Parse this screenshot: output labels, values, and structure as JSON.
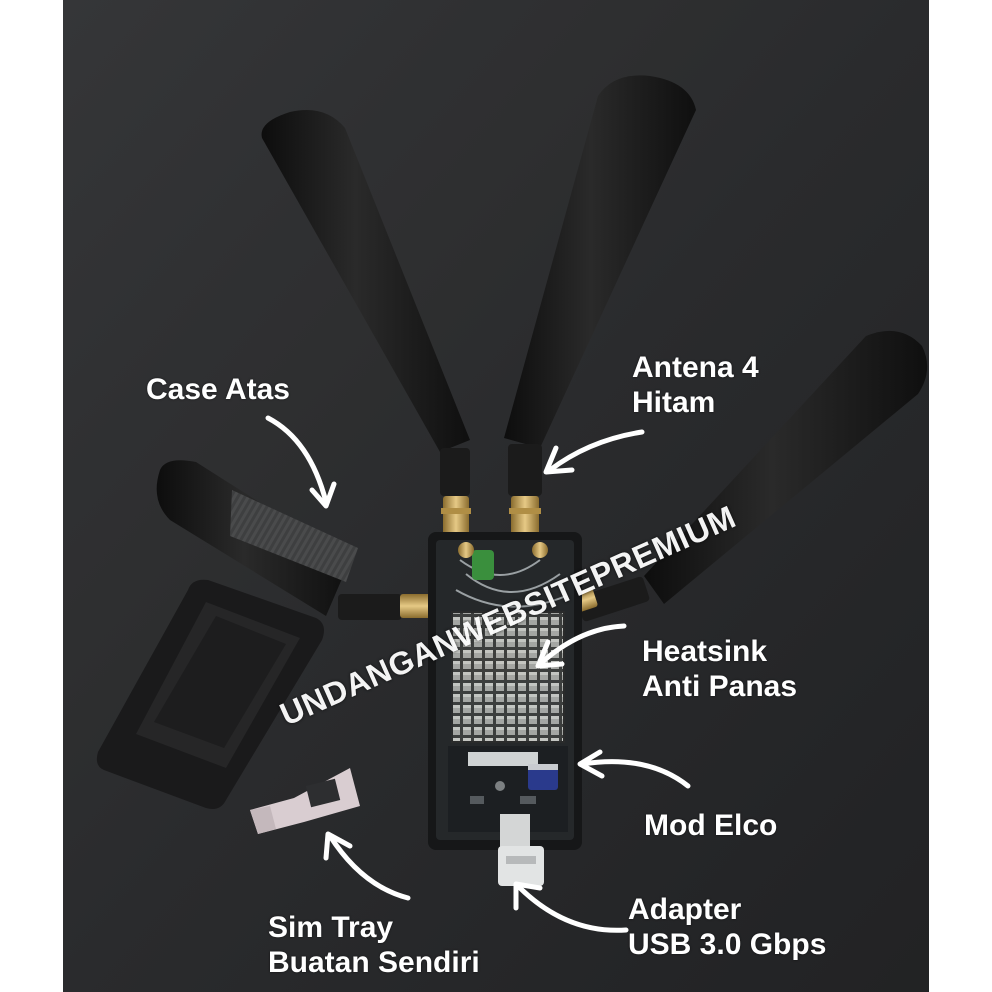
{
  "labels": {
    "case_atas": "Case Atas",
    "antena_line1": "Antena 4",
    "antena_line2": "Hitam",
    "heatsink_line1": "Heatsink",
    "heatsink_line2": "Anti Panas",
    "mod_elco": "Mod Elco",
    "adapter_line1": "Adapter",
    "adapter_line2": "USB 3.0 Gbps",
    "sim_line1": "Sim Tray",
    "sim_line2": "Buatan Sendiri"
  },
  "watermark": "UNDANGANWEBSITEPREMIUM",
  "colors": {
    "background": "#2d2e30",
    "label_text": "#ffffff",
    "antenna": "#141414",
    "connector_gold": "#c9a45a",
    "heatsink": "#8a8c8a",
    "pcb": "#1c1f22"
  }
}
